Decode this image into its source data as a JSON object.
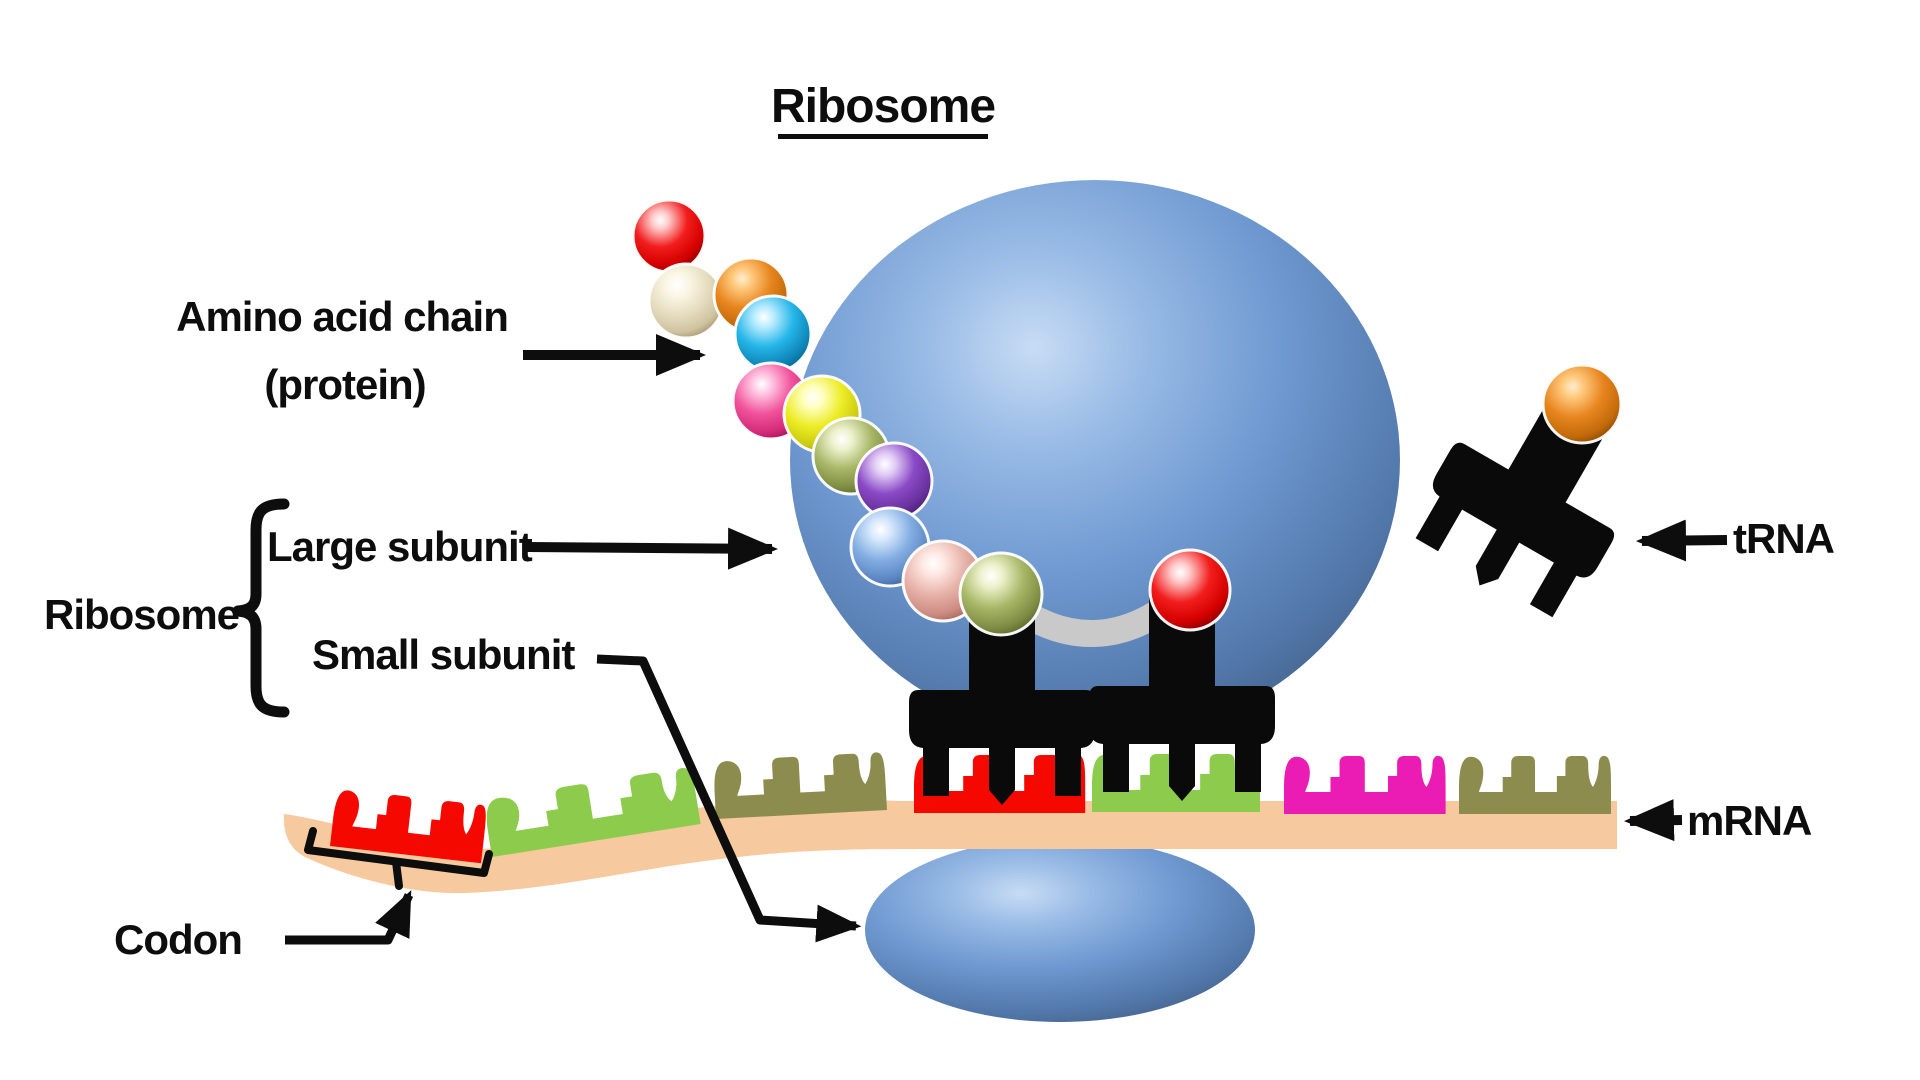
{
  "title": "Ribosome",
  "labels": {
    "amino_acid_chain_line1": "Amino acid chain",
    "amino_acid_chain_line2": "(protein)",
    "ribosome_group": "Ribosome",
    "large_subunit": "Large subunit",
    "small_subunit": "Small subunit",
    "trna": "tRNA",
    "mrna": "mRNA",
    "codon": "Codon"
  },
  "colors": {
    "background": "#ffffff",
    "text": "#0d0d0d",
    "arrow": "#0d0d0d",
    "ribosome_blue_base": "#6f99d1",
    "mrna_strand": "#f6ca9e",
    "trna_black": "#0a0a0a",
    "peptide_connector_gray": "#c9c9c9",
    "codon_red": "#f50800",
    "codon_green": "#8dcb4c",
    "codon_olive": "#8c8c4e",
    "codon_magenta": "#ea1cb3"
  },
  "amino_acid_chain": {
    "count": 12,
    "sequence": [
      "red",
      "cream",
      "orange",
      "cyan",
      "pink",
      "yellow",
      "olive",
      "purple",
      "lightblue",
      "rose",
      "olive",
      "red"
    ]
  },
  "mrna": {
    "codon_count": 7,
    "codon_sequence": [
      "red",
      "green",
      "olive",
      "red",
      "green",
      "magenta",
      "olive"
    ]
  },
  "trna_molecules": {
    "in_ribosome_count": 2,
    "free_count": 1,
    "free_trna_cargo": "orange"
  }
}
